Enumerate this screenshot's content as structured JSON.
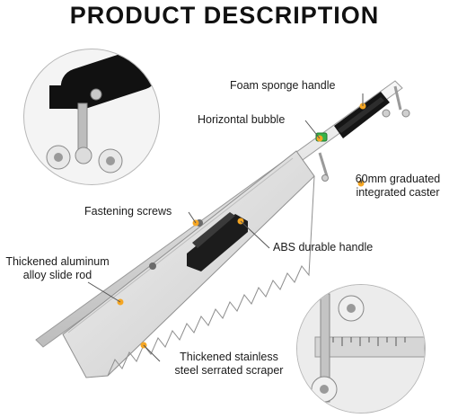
{
  "header": {
    "title": "PRODUCT DESCRIPTION"
  },
  "callouts": {
    "foam_handle": "Foam sponge handle",
    "bubble": "Horizontal bubble",
    "caster_line1": "60mm graduated",
    "caster_line2": "integrated caster",
    "screws": "Fastening screws",
    "abs_handle": "ABS durable handle",
    "rod_line1": "Thickened aluminum",
    "rod_line2": "alloy slide rod",
    "scraper_line1": "Thickened stainless",
    "scraper_line2": "steel serrated scraper"
  },
  "colors": {
    "accent": "#f5a623",
    "metal": "#d9d9d9",
    "handle": "#1c1c1c",
    "bubble": "#37b34a"
  }
}
